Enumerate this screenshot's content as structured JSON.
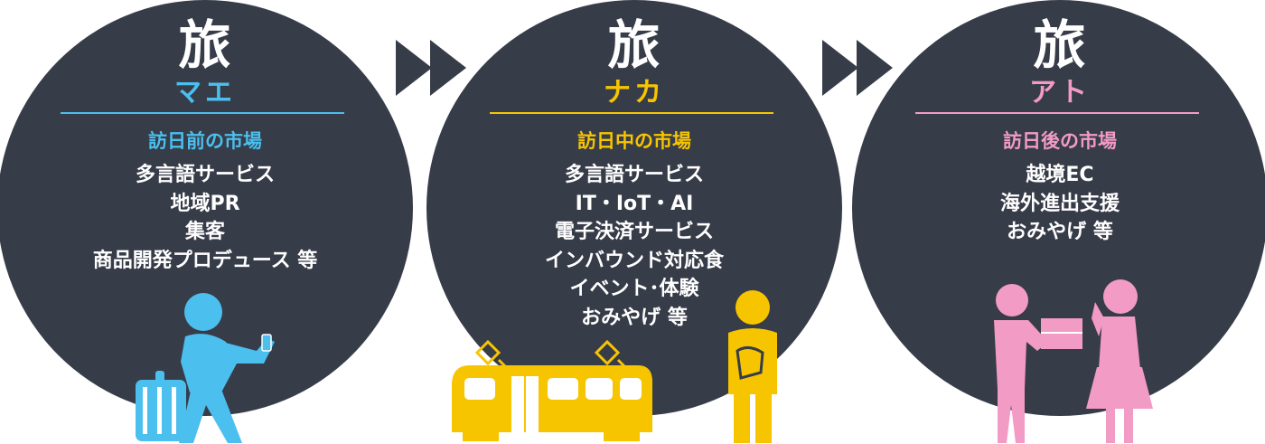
{
  "colors": {
    "circle": "#373c49",
    "mae": "#4bbfee",
    "naka": "#f7c500",
    "ato": "#f29bc4",
    "arrow": "#373c49"
  },
  "stages": [
    {
      "kanji": "旅",
      "phase": "マエ",
      "market": "訪日前の市場",
      "items": [
        "多言語サービス",
        "地域PR",
        "集客",
        "商品開発プロデュース 等"
      ]
    },
    {
      "kanji": "旅",
      "phase": "ナカ",
      "market": "訪日中の市場",
      "items": [
        "多言語サービス",
        "IT・IoT・AI",
        "電子決済サービス",
        "インバウンド対応食",
        "イベント･体験",
        "おみやげ 等"
      ]
    },
    {
      "kanji": "旅",
      "phase": "アト",
      "market": "訪日後の市場",
      "items": [
        "越境EC",
        "海外進出支援",
        "おみやげ 等"
      ]
    }
  ],
  "icons": [
    "double-arrow-icon",
    "traveler-with-suitcase-icon",
    "train-icon",
    "guide-person-icon",
    "gift-giving-icon"
  ]
}
